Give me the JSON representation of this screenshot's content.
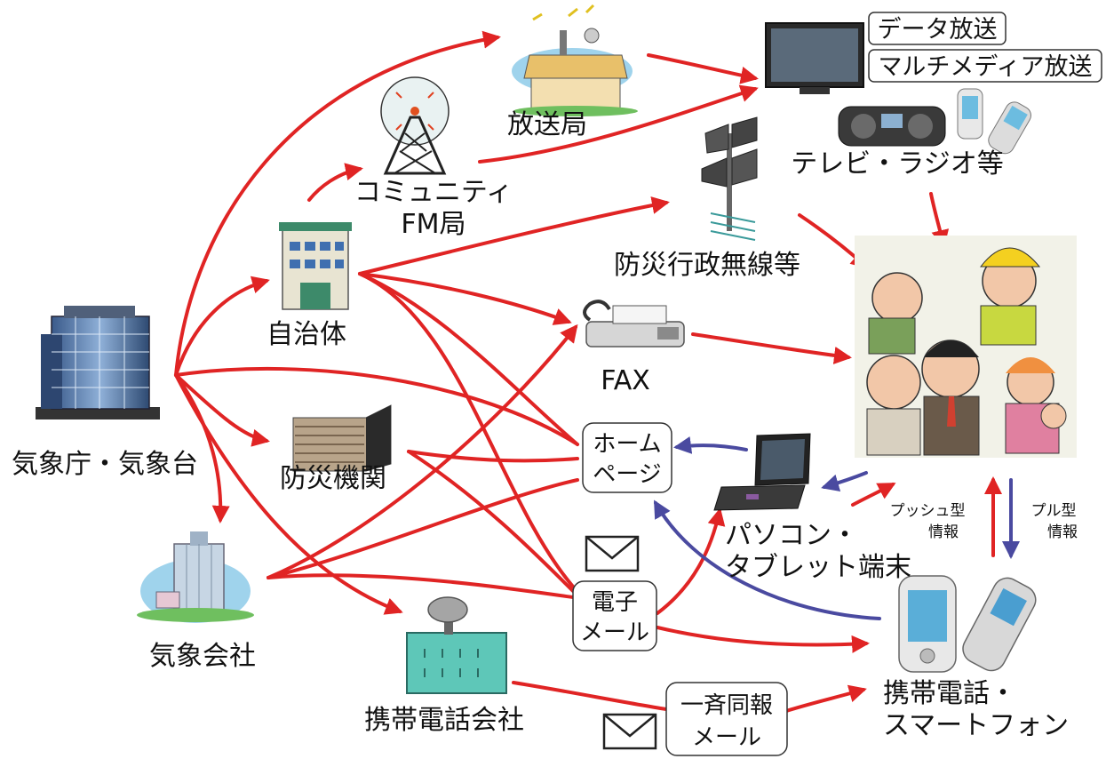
{
  "nodes": {
    "jma": "気象庁・気象台",
    "weather_company": "気象会社",
    "local_gov": "自治体",
    "disaster_agency": "防災機関",
    "mobile_carrier": "携帯電話会社",
    "broadcaster": "放送局",
    "community_fm": [
      "コミュニティ",
      "FM局"
    ],
    "disaster_radio": "防災行政無線等",
    "fax": "FAX",
    "homepage": [
      "ホーム",
      "ページ"
    ],
    "email": [
      "電子",
      "メール"
    ],
    "broadcast_mail": [
      "一斉同報",
      "メール"
    ],
    "pc": [
      "パソコン・",
      "タブレット端末"
    ],
    "tv_radio": "テレビ・ラジオ等",
    "mobile_phone": [
      "携帯電話・",
      "スマートフォン"
    ],
    "data_broadcast": "データ放送",
    "multimedia_broadcast": "マルチメディア放送",
    "push_info": [
      "プッシュ型",
      "情報"
    ],
    "pull_info": [
      "プル型",
      "情報"
    ]
  },
  "colors": {
    "red_arrow": "#e02424",
    "blue_arrow": "#4a4aa0"
  }
}
